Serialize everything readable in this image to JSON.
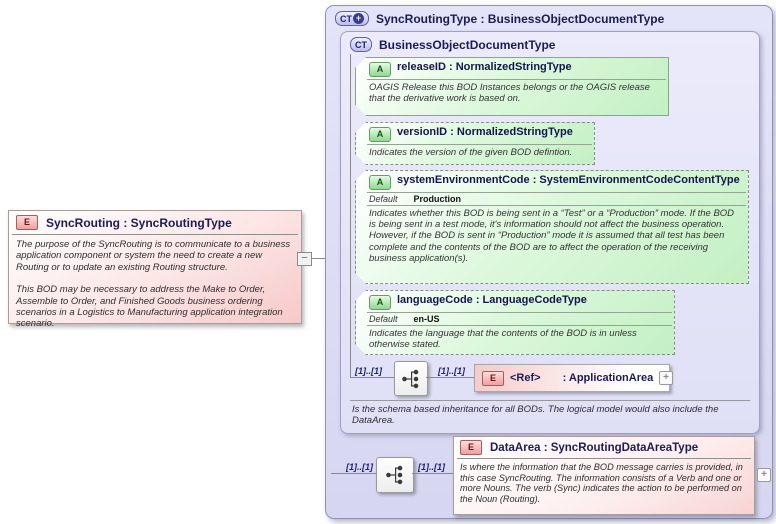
{
  "colors": {
    "complex_type_fill": "#dcdcf4",
    "attribute_fill": "#c9f4c9",
    "element_fill": "#f9d4d4",
    "connector": "#8a8a8a"
  },
  "root_element": {
    "badge": "E",
    "title": "SyncRouting : SyncRoutingType",
    "para1": "The purpose of the SyncRouting is to communicate to a business application component or system the need to create a new Routing or to update an existing Routing structure.",
    "para2": "This BOD may be necessary to address the Make to Order, Assemble to Order, and Finished Goods business ordering scenarios in a Logistics to Manufacturing application integration scenario.",
    "collapse_glyph": "–"
  },
  "type_box": {
    "badge": "CT",
    "plus_glyph": "+",
    "title": "SyncRoutingType : BusinessObjectDocumentType"
  },
  "base_type_box": {
    "badge": "CT",
    "title": "BusinessObjectDocumentType",
    "footer_annotation": "Is the schema based inheritance for all BODs. The logical model would also include the DataArea."
  },
  "attributes": [
    {
      "badge": "A",
      "name": "releaseID : NormalizedStringType",
      "annotation": "OAGIS Release this BOD Instances belongs or the OAGIS release that the derivative work is based on."
    },
    {
      "badge": "A",
      "name": "versionID : NormalizedStringType",
      "annotation": "Indicates the version of the given BOD defintion."
    },
    {
      "badge": "A",
      "name": "systemEnvironmentCode : SystemEnvironmentCodeContentType",
      "default_label": "Default",
      "default_value": "Production",
      "annotation": "Indicates whether this BOD is being sent in a “Test” or a “Production” mode. If the BOD is being sent in a test mode, it's information should not affect the business operation. However, if the BOD is sent in “Production” mode it is assumed that all test has been complete and the contents of the BOD are to affect the operation of the receiving business application(s)."
    },
    {
      "badge": "A",
      "name": "languageCode : LanguageCodeType",
      "default_label": "Default",
      "default_value": "en-US",
      "annotation": "Indicates the language that the contents of the BOD is in unless otherwise stated."
    }
  ],
  "application_area_row": {
    "card_left": "[1]..[1]",
    "card_right": "[1]..[1]",
    "badge": "E",
    "name": "<Ref>",
    "type": ": ApplicationArea",
    "expand_glyph": "+"
  },
  "data_area_row": {
    "card_left": "[1]..[1]",
    "card_right": "[1]..[1]",
    "badge": "E",
    "title": "DataArea : SyncRoutingDataAreaType",
    "annotation": "Is where the information that the BOD message carries is provided, in this case SyncRouting. The information consists of a Verb and one or more Nouns. The verb (Sync) indicates the action to be performed on the Noun (Routing).",
    "expand_glyph": "+"
  }
}
